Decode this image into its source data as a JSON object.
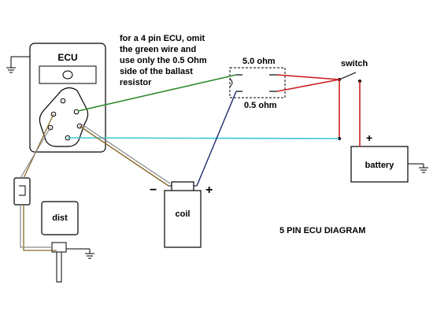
{
  "diagram": {
    "ecu_label": "ECU",
    "note_lines": [
      "for a 4 pin ECU, omit",
      "the green wire and",
      "use only the 0.5 Ohm",
      "side of the ballast",
      "resistor"
    ],
    "resistor_top_label": "5.0 ohm",
    "resistor_bottom_label": "0.5 ohm",
    "switch_label": "switch",
    "battery_label": "battery",
    "battery_plus": "+",
    "coil_label": "coil",
    "coil_minus": "−",
    "coil_plus": "+",
    "dist_label": "dist",
    "diagram_title": "5 PIN ECU DIAGRAM"
  },
  "colors": {
    "outline": "#000000",
    "green_wire": "#2e8b2e",
    "red_wire": "#cc1f1f",
    "cyan_wire": "#3cc8d8",
    "navy_wire": "#1f2a6e",
    "brown_wire": "#8a6a2a",
    "gray_wire": "#888888"
  },
  "icons": [
    "ground-symbol"
  ]
}
